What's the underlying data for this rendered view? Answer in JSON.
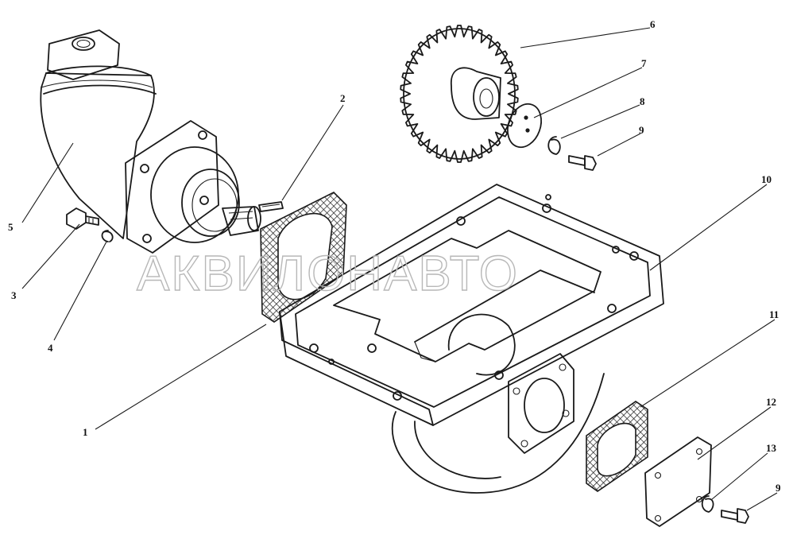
{
  "watermark": "АКВИЛОНАВТО",
  "callouts": [
    {
      "id": "c1",
      "label": "1"
    },
    {
      "id": "c2",
      "label": "2"
    },
    {
      "id": "c3",
      "label": "3"
    },
    {
      "id": "c4",
      "label": "4"
    },
    {
      "id": "c5",
      "label": "5"
    },
    {
      "id": "c6",
      "label": "6"
    },
    {
      "id": "c7",
      "label": "7"
    },
    {
      "id": "c8",
      "label": "8"
    },
    {
      "id": "c9a",
      "label": "9"
    },
    {
      "id": "c10",
      "label": "10"
    },
    {
      "id": "c11",
      "label": "11"
    },
    {
      "id": "c12",
      "label": "12"
    },
    {
      "id": "c13",
      "label": "13"
    },
    {
      "id": "c9b",
      "label": "9"
    }
  ],
  "colors": {
    "line": "#1a1a1a",
    "watermark": "#b8b8b8",
    "background": "#ffffff"
  }
}
